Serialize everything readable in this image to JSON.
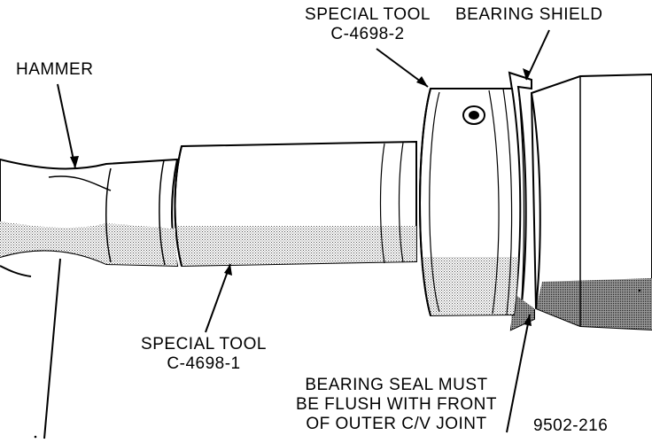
{
  "labels": {
    "special_tool_2": {
      "line1": "SPECIAL TOOL",
      "line2": "C-4698-2"
    },
    "bearing_shield": "BEARING SHIELD",
    "hammer": "HAMMER",
    "special_tool_1": {
      "line1": "SPECIAL TOOL",
      "line2": "C-4698-1"
    },
    "bearing_seal_note": {
      "line1": "BEARING SEAL MUST",
      "line2": "BE FLUSH WITH FRONT",
      "line3": "OF OUTER C/V JOINT"
    },
    "figure_code": "9502-216"
  },
  "colors": {
    "ink": "#000000",
    "paper": "#ffffff",
    "shade": "#8a8a8a"
  },
  "icons": [
    "hammer-handle",
    "driver-tube",
    "installer-cup",
    "bearing-shield",
    "cv-joint-housing"
  ]
}
